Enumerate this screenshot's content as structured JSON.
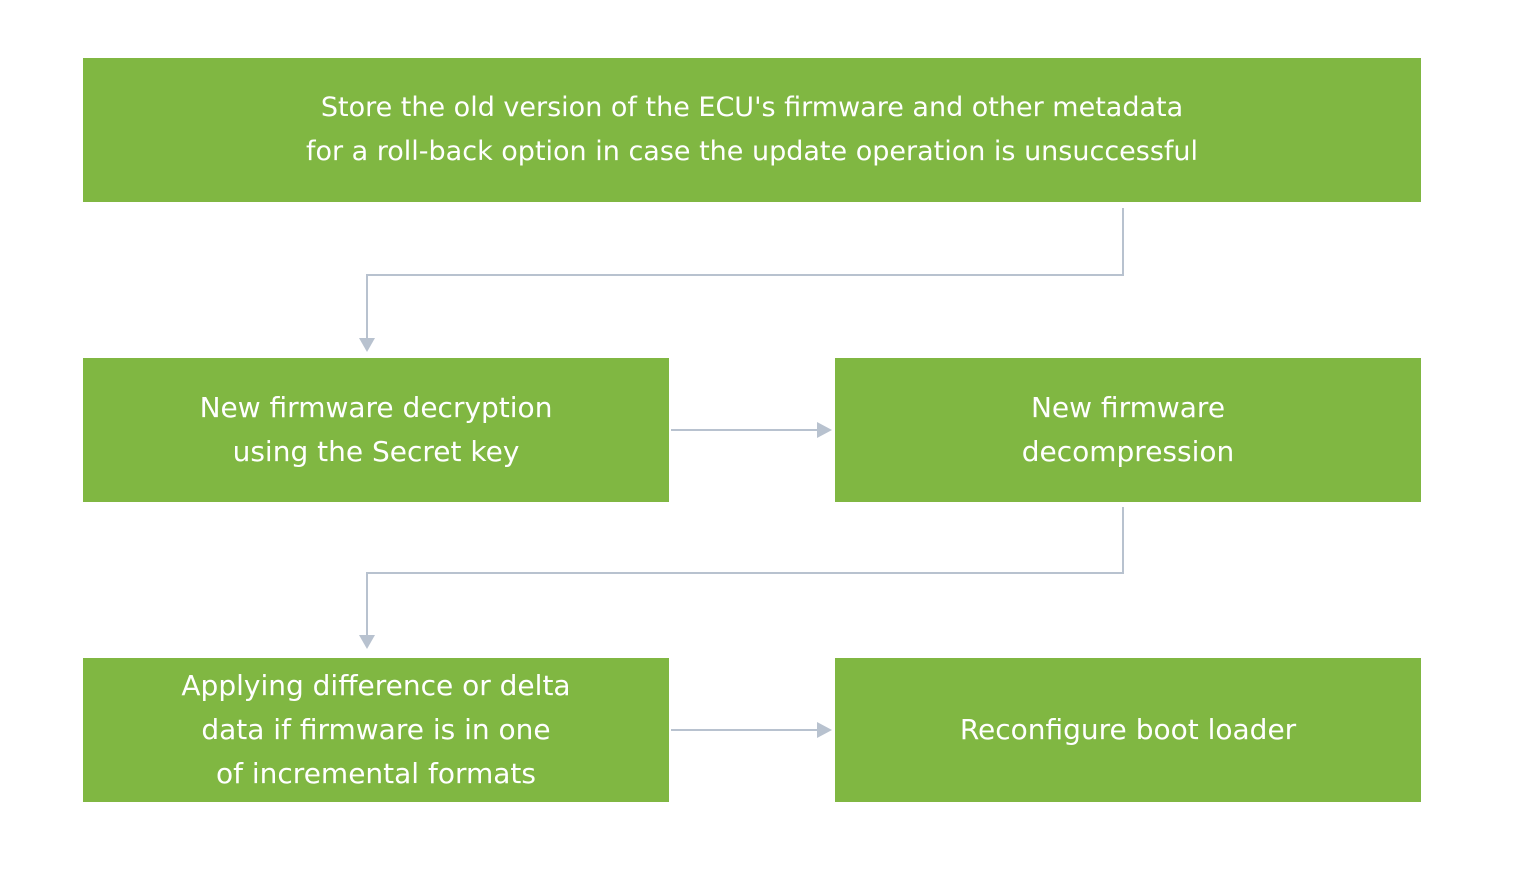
{
  "colors": {
    "box_fill": "#80b742",
    "box_text": "#ffffff",
    "connector": "#b8c2cf",
    "background": "#ffffff"
  },
  "steps": {
    "store": {
      "lines": [
        "Store the old version of the ECU's firmware and other metadata",
        "for a roll-back option in case the update operation is unsuccessful"
      ]
    },
    "decrypt": {
      "lines": [
        "New firmware decryption",
        "using the Secret key"
      ]
    },
    "decompress": {
      "lines": [
        "New firmware",
        "decompression"
      ]
    },
    "delta": {
      "lines": [
        "Applying difference or delta",
        "data if firmware is in one",
        "of incremental formats"
      ]
    },
    "boot": {
      "lines": [
        "Reconfigure boot loader"
      ]
    }
  }
}
